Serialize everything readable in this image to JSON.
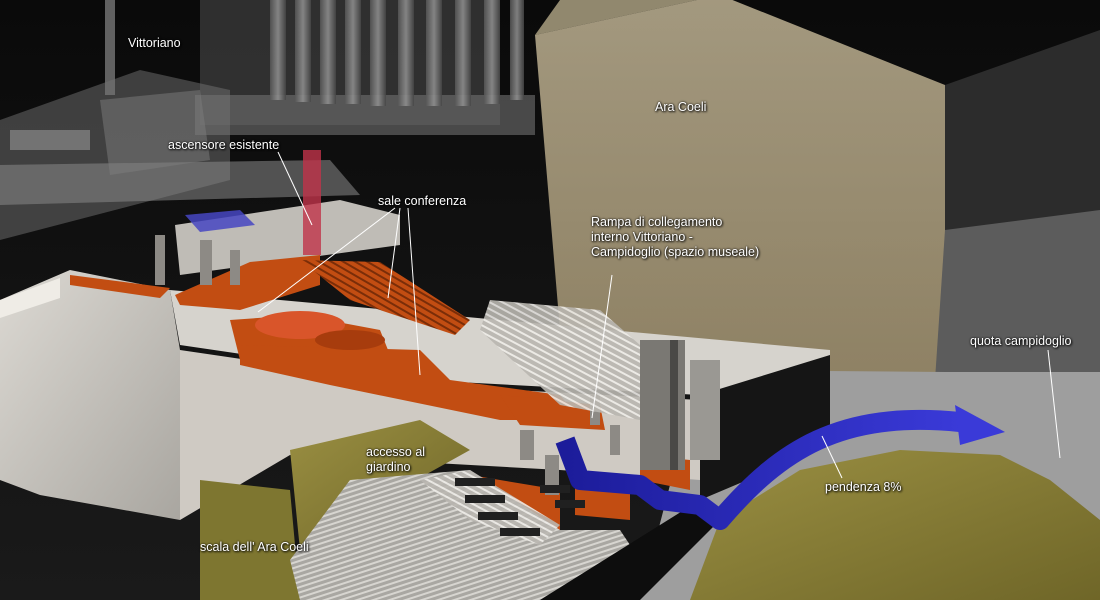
{
  "labels": {
    "vittoriano": "Vittoriano",
    "ascensore": "ascensore esistente",
    "sale": "sale conferenza",
    "ara_coeli": "Ara Coeli",
    "rampa": "Rampa di collegamento interno Vittoriano - Campidoglio (spazio museale)",
    "quota": "quota campidoglio",
    "accesso": "accesso al giardino",
    "pendenza": "pendenza 8%",
    "scala": "scala dell' Ara Coeli"
  },
  "colors": {
    "background": "#050505",
    "building_concrete": "#c9c6c0",
    "ara_coeli_glass": "#e3d3ab",
    "interior_spaces": "#c24d12",
    "garden": "#8a8038",
    "route_arrow": "#2f2fc8",
    "elevator": "#c0334a"
  }
}
